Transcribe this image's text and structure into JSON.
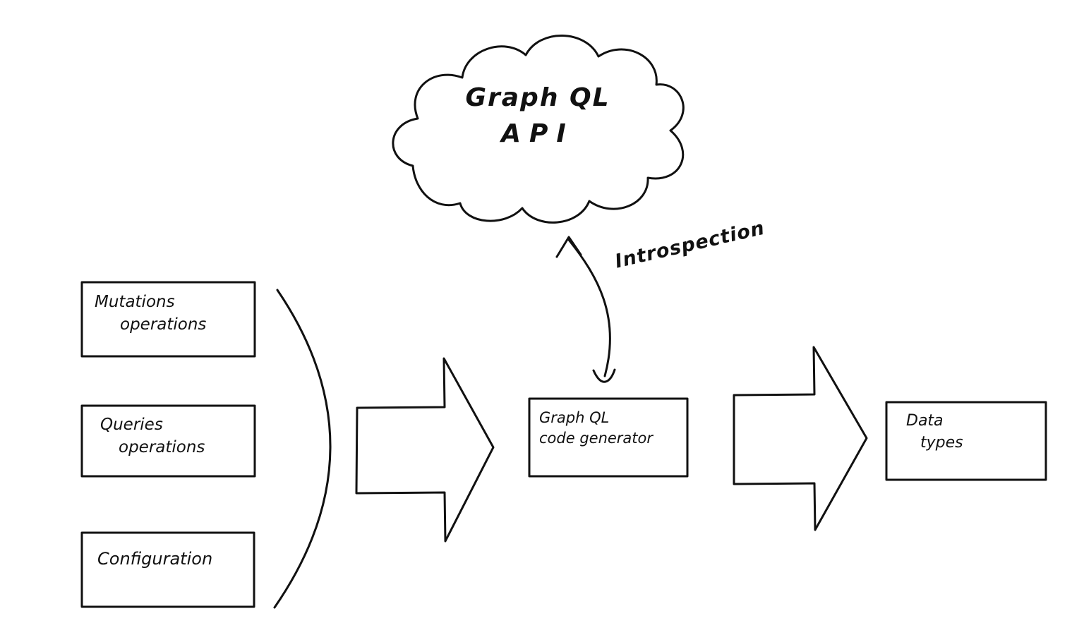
{
  "colors": {
    "ink": "#111111",
    "background": "#ffffff"
  },
  "diagram": {
    "cloud": {
      "line1": "Graph QL",
      "line2": "API"
    },
    "introspection_label": "Introspection",
    "input_boxes": [
      {
        "line1": "Mutations",
        "line2": "operations"
      },
      {
        "line1": "Queries",
        "line2": "operations"
      },
      {
        "line1": "Configuration",
        "line2": ""
      }
    ],
    "generator_box": {
      "line1": "Graph QL",
      "line2": "code generator"
    },
    "output_box": {
      "line1": "Data",
      "line2": "types"
    }
  }
}
